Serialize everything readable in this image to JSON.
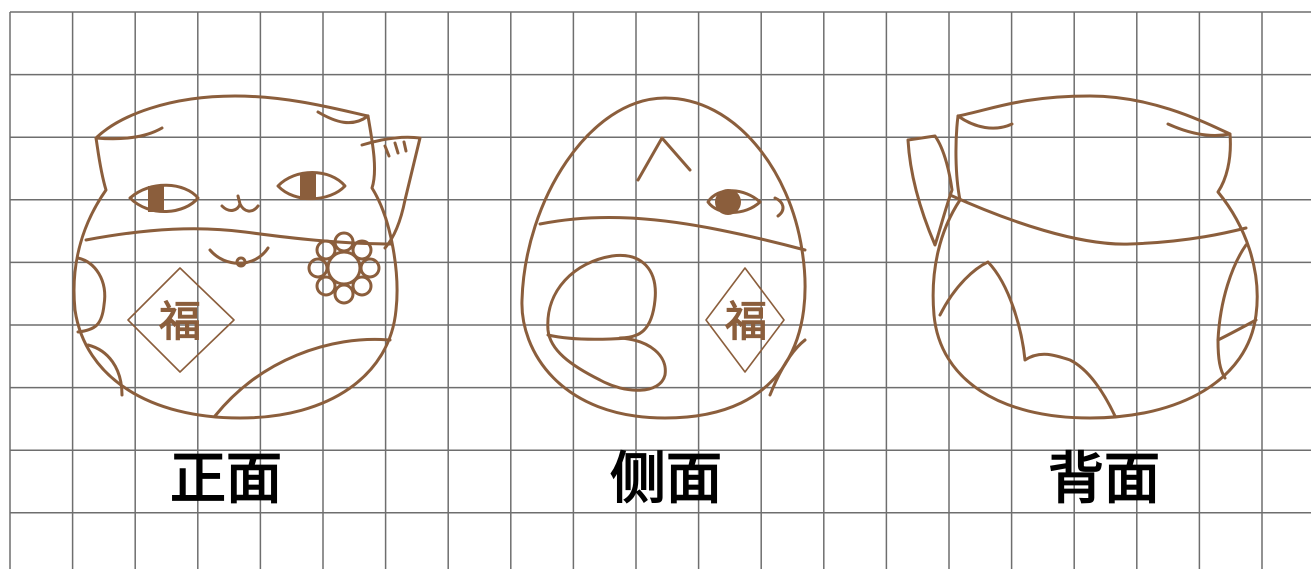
{
  "colors": {
    "background": "#ffffff",
    "grid": "#6e6e6e",
    "outline": "#8b5e3c",
    "eye_fill": "#8b5e3c",
    "label_text": "#000000"
  },
  "grid": {
    "visible": true,
    "columns": 21,
    "rows": 9
  },
  "views": [
    {
      "label": "正面",
      "charm_text": "福"
    },
    {
      "label": "侧面",
      "charm_text": "福"
    },
    {
      "label": "背面"
    }
  ],
  "icons": [
    "lucky-cat-front-icon",
    "lucky-cat-side-icon",
    "lucky-cat-back-icon",
    "flower-icon"
  ]
}
